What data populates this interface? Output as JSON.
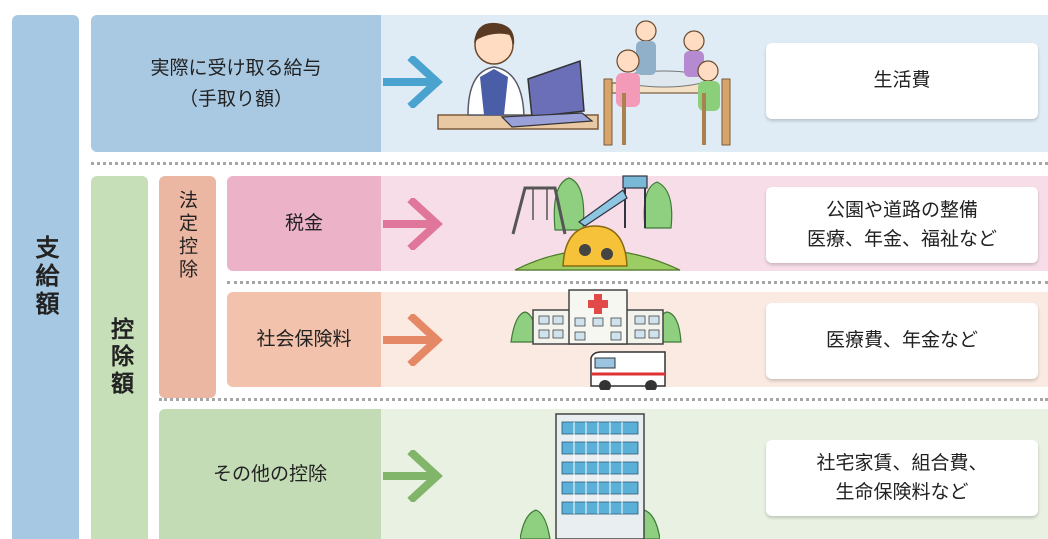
{
  "sidebar": {
    "gross_label": "支給額",
    "deduction_label": "控除額",
    "statutory_label": "法定控除"
  },
  "rows": [
    {
      "label": "実際に受け取る給与\n（手取り額）",
      "destination": "生活費",
      "illustration": "office-worker-and-family-dinner",
      "color": "#a9c9e2"
    },
    {
      "label": "税金",
      "destination": "公園や道路の整備\n医療、年金、福祉など",
      "illustration": "park-playground",
      "color": "#ebb2c8"
    },
    {
      "label": "社会保険料",
      "destination": "医療費、年金など",
      "illustration": "hospital-and-ambulance",
      "color": "#f2c2ac"
    },
    {
      "label": "その他の控除",
      "destination": "社宅家賃、組合費、\n生命保険料など",
      "illustration": "apartment-building",
      "color": "#c4dcb6"
    }
  ],
  "colors": {
    "gross": "#a6c8e2",
    "deduction": "#c6dfb8",
    "statutory": "#ecb7a2",
    "arrow_blue": "#4aa3cf",
    "arrow_pink": "#e07699",
    "arrow_orange": "#e58866",
    "arrow_green": "#80b56a"
  }
}
